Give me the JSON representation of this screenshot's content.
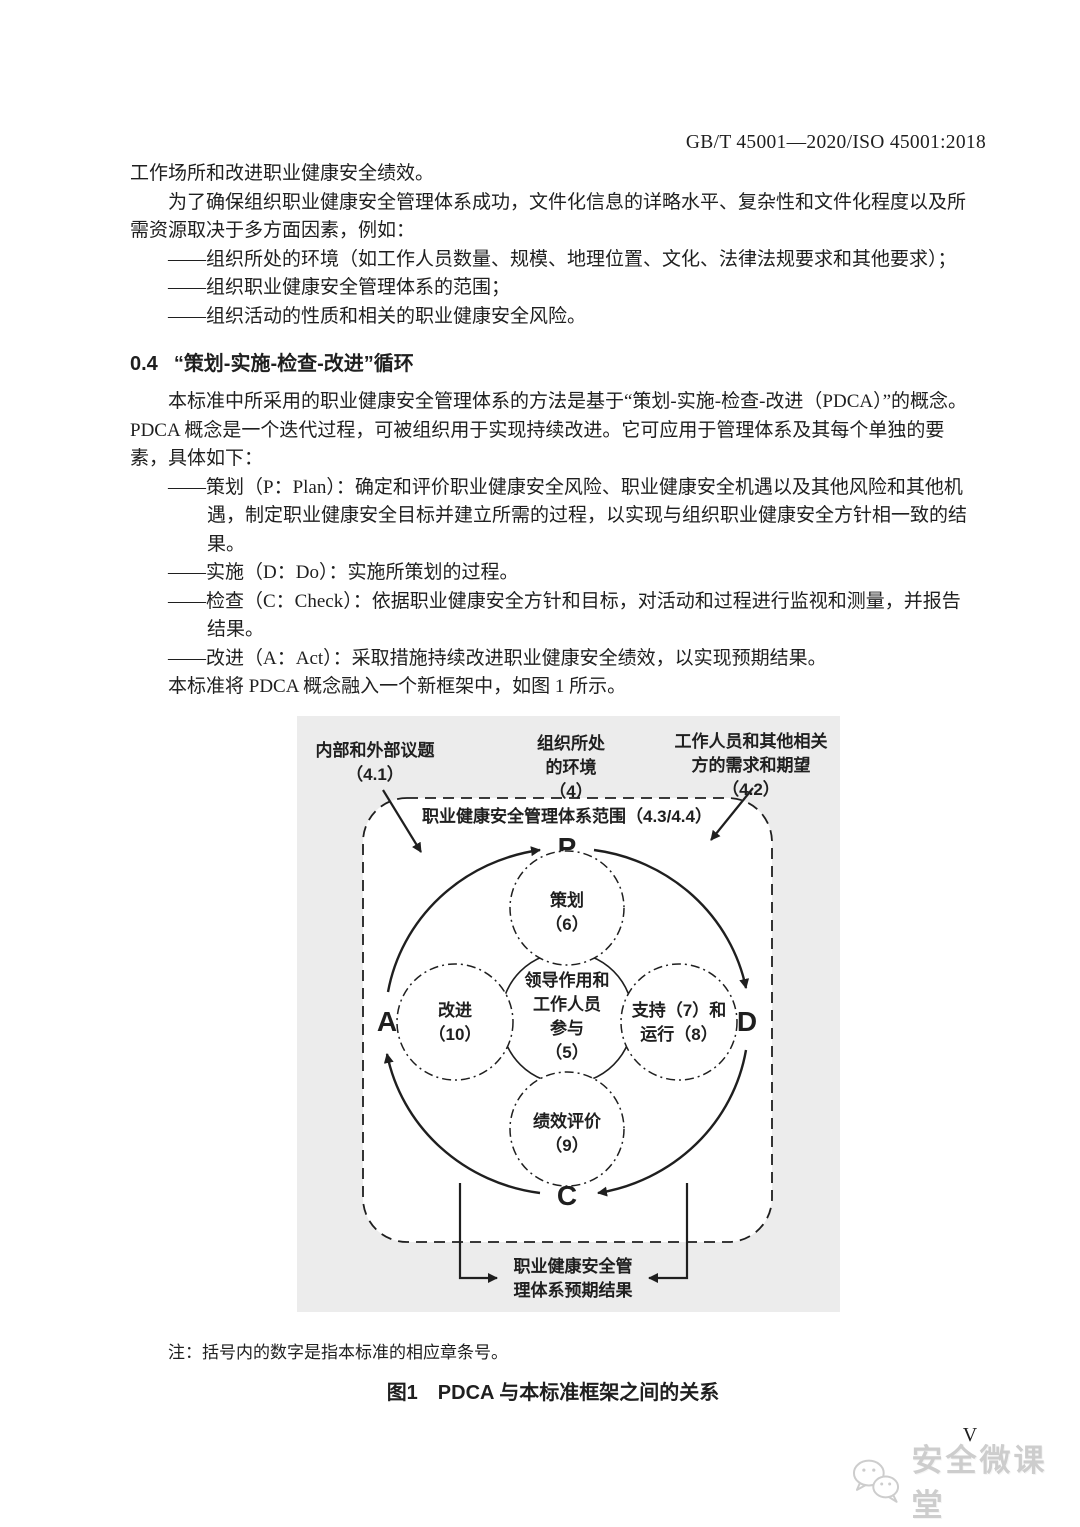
{
  "colors": {
    "panel_bg": "#ececec",
    "ink": "#1f1f1f",
    "watermark": "#cdcdcd"
  },
  "page": {
    "header": "GB/T 45001—2020/ISO 45001:2018",
    "page_number": "V",
    "watermark_text": "安全微课堂"
  },
  "intro": {
    "lines": [
      {
        "t": "工作场所和改进职业健康安全绩效。"
      },
      {
        "t": "为了确保组织职业健康安全管理体系成功，文件化信息的详略水平、复杂性和文件化程度以及所"
      },
      {
        "t": "需资源取决于多方面因素，例如："
      },
      {
        "t": "——组织所处的环境（如工作人员数量、规模、地理位置、文化、法律法规要求和其他要求）；"
      },
      {
        "t": "——组织职业健康安全管理体系的范围；"
      },
      {
        "t": "——组织活动的性质和相关的职业健康安全风险。"
      }
    ]
  },
  "section": {
    "number": "0.4",
    "title": "“策划-实施-检查-改进”循环"
  },
  "main": {
    "lines": [
      {
        "t": "本标准中所采用的职业健康安全管理体系的方法是基于“策划-实施-检查-改进（PDCA）”的概念。"
      },
      {
        "t": "PDCA 概念是一个迭代过程，可被组织用于实现持续改进。它可应用于管理体系及其每个单独的要"
      },
      {
        "t": "素，具体如下："
      },
      {
        "t": "——策划（P：Plan）：确定和评价职业健康安全风险、职业健康安全机遇以及其他风险和其他机"
      },
      {
        "t": "遇，制定职业健康安全目标并建立所需的过程，以实现与组织职业健康安全方针相一致的结"
      },
      {
        "t": "果。"
      },
      {
        "t": "——实施（D：Do）：实施所策划的过程。"
      },
      {
        "t": "——检查（C：Check）：依据职业健康安全方针和目标，对活动和过程进行监视和测量，并报告"
      },
      {
        "t": "结果。"
      },
      {
        "t": "——改进（A：Act）：采取措施持续改进职业健康安全绩效，以实现预期结果。"
      },
      {
        "t": "本标准将 PDCA 概念融入一个新框架中，如图 1 所示。"
      }
    ]
  },
  "figure": {
    "note": "注：括号内的数字是指本标准的相应章条号。",
    "caption": "图1　PDCA 与本标准框架之间的关系",
    "diagram": {
      "label_internal_external": [
        "内部和外部议题",
        "（4.1）"
      ],
      "label_context": [
        "组织所处",
        "的环境",
        "（4）"
      ],
      "label_workers": [
        "工作人员和其他相关",
        "方的需求和期望",
        "（4.2）"
      ],
      "scope": "职业健康安全管理体系范围（4.3/4.4）",
      "letters": {
        "p": "P",
        "d": "D",
        "c": "C",
        "a": "A"
      },
      "plan": [
        "策划",
        "（6）"
      ],
      "leadership": [
        "领导作用和",
        "工作人员",
        "参与",
        "（5）"
      ],
      "improvement": [
        "改进",
        "（10）"
      ],
      "support": [
        "支持（7）和",
        "运行（8）"
      ],
      "performance": [
        "绩效评价",
        "（9）"
      ],
      "outcome": [
        "职业健康安全管",
        "理体系预期结果"
      ]
    }
  }
}
